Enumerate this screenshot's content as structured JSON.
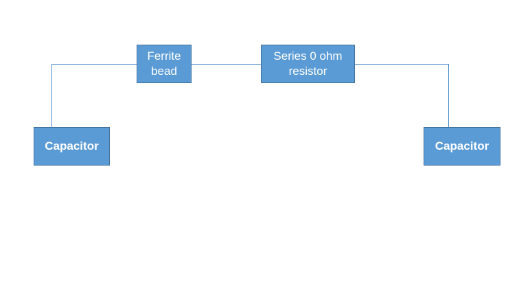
{
  "diagram": {
    "colors": {
      "box_fill": "#5b9bd5",
      "box_border": "#41719c",
      "wire": "#4a86c6",
      "text": "#ffffff",
      "background": "#ffffff"
    },
    "nodes": {
      "ferrite_bead": "Ferrite\nbead",
      "series_resistor": "Series 0 ohm\nresistor",
      "capacitor_left": "Capacitor",
      "capacitor_right": "Capacitor"
    },
    "connections": [
      [
        "capacitor_left",
        "ferrite_bead"
      ],
      [
        "ferrite_bead",
        "series_resistor"
      ],
      [
        "series_resistor",
        "capacitor_right"
      ]
    ]
  }
}
